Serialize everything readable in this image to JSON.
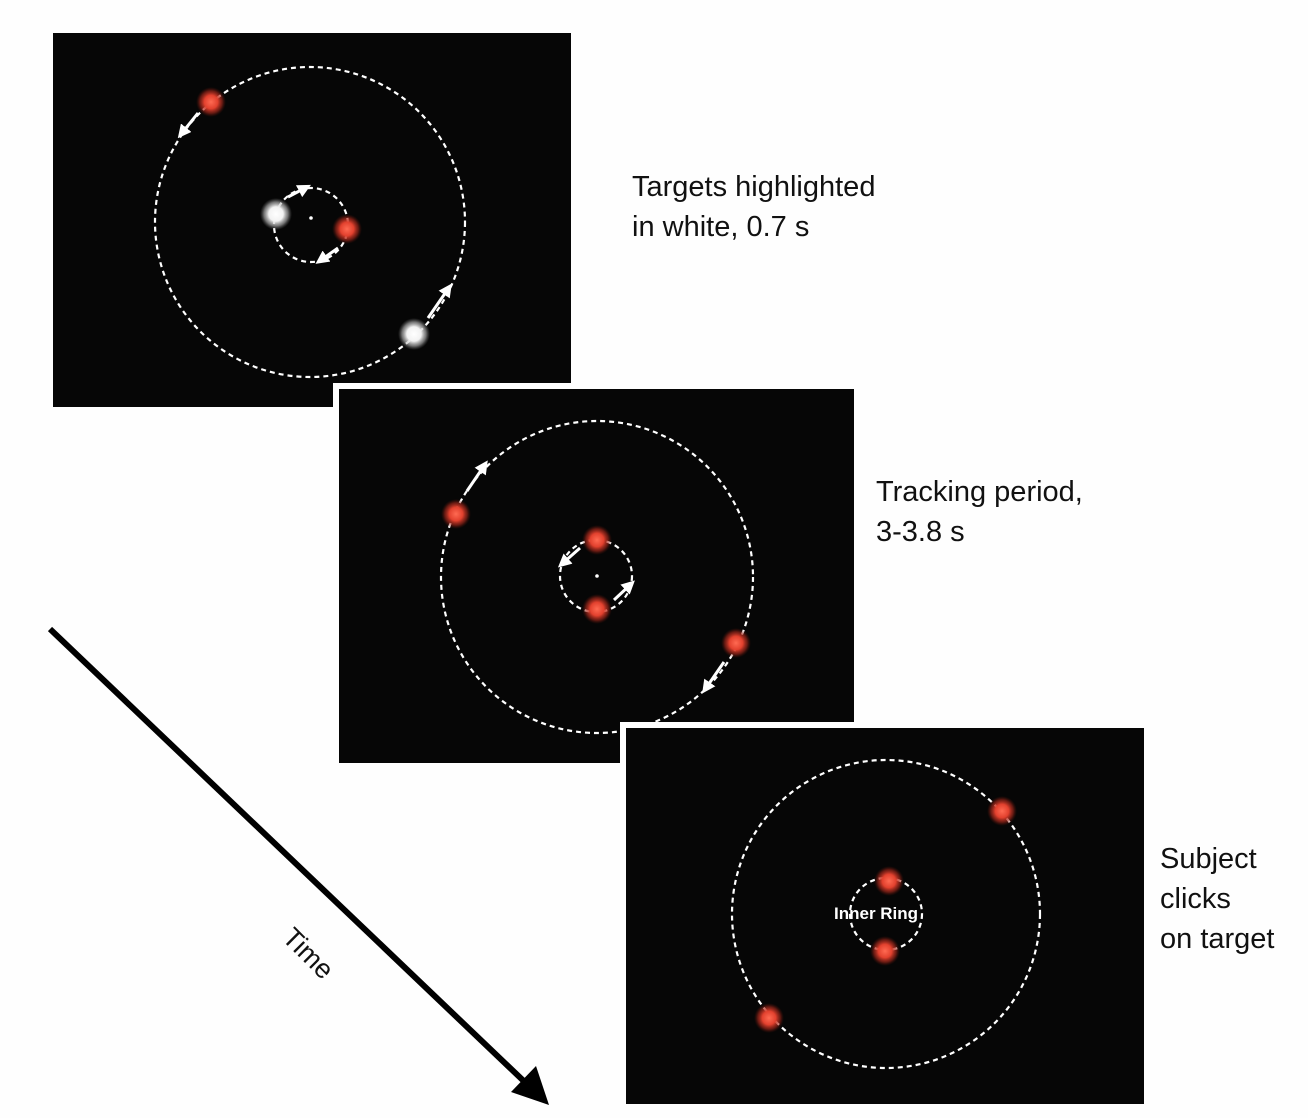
{
  "captions": {
    "highlight": [
      "Targets highlighted",
      "in white, 0.7 s"
    ],
    "tracking": [
      "Tracking period,",
      "3-3.8 s"
    ],
    "response": [
      "Subject",
      "clicks",
      "on target"
    ]
  },
  "time_label": "Time",
  "inner_ring_label": "Inner Ring",
  "colors": {
    "background": "#fefefe",
    "panel": "#060606",
    "ring": "#ffffff",
    "red_dot": "#e2412e",
    "white_dot": "#ffffff",
    "arrow": "#000000"
  },
  "icons": [
    "motion-arrow-icon",
    "time-arrow-icon"
  ]
}
